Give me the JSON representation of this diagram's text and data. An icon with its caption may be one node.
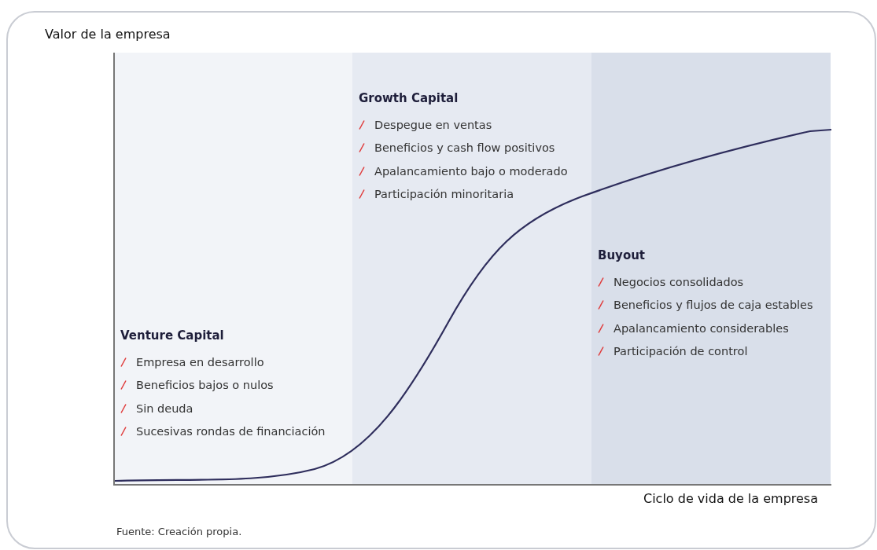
{
  "diagram": {
    "caption": "Fuente: Creación propia.",
    "nodes": [
      {
        "text": [
          "Venture Capital",
          "Empresa en desarrollo",
          "Beneficios bajos o nulos",
          "Sin deuda",
          "Sucesivas rondas de financiación"
        ]
      },
      {
        "text": [
          "Growth Capital",
          "Despegue en ventas",
          "Beneficios y cash flow positivos",
          "Apalancamiento bajo o moderado",
          "Participación minoritaria"
        ]
      },
      {
        "text": [
          "Buyout",
          "Negocios consolidados",
          "Beneficios y flujos de caja estables",
          "Apalancamiento considerables",
          "Participación de control"
        ]
      }
    ],
    "labels": [
      "Valor de la empresa",
      "Ciclo de vida de la empresa"
    ]
  }
}
